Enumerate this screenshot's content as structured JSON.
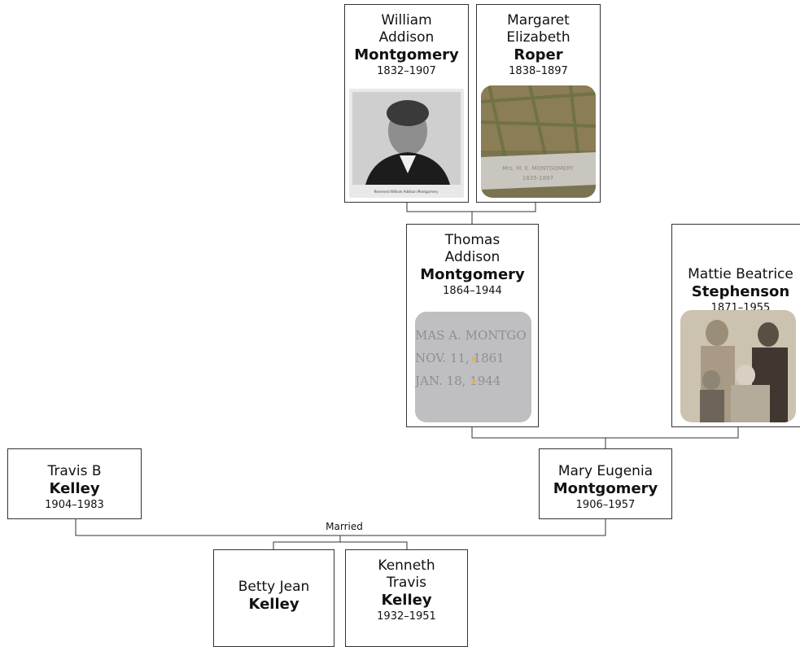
{
  "people": {
    "william": {
      "given_line1": "William",
      "given_line2": "Addison",
      "surname": "Montgomery",
      "dates": "1832–1907",
      "photo_caption": "Reverend William Addison Montgomery"
    },
    "margaret": {
      "given_line1": "Margaret",
      "given_line2": "Elizabeth",
      "surname": "Roper",
      "dates": "1838–1897",
      "photo_inscription_line1": "Mrs. M. E. MONTGOMERY",
      "photo_inscription_line2": "1835-1897"
    },
    "thomas": {
      "given_line1": "Thomas",
      "given_line2": "Addison",
      "surname": "Montgomery",
      "dates": "1864–1944",
      "photo_inscription_line1": "MAS  A. MONTGO",
      "photo_inscription_line2": "NOV.  11, 1861",
      "photo_inscription_line3": "JAN.  18, 1944"
    },
    "mattie": {
      "given_line1": "Mattie Beatrice",
      "surname": "Stephenson",
      "dates": "1871–1955"
    },
    "travis": {
      "given_line1": "Travis B",
      "surname": "Kelley",
      "dates": "1904–1983"
    },
    "mary": {
      "given_line1": "Mary Eugenia",
      "surname": "Montgomery",
      "dates": "1906–1957"
    },
    "betty": {
      "given_line1": "Betty Jean",
      "surname": "Kelley"
    },
    "kenneth": {
      "given_line1": "Kenneth",
      "given_line2": "Travis",
      "surname": "Kelley",
      "dates": "1932–1951"
    }
  },
  "labels": {
    "married": "Married"
  },
  "colors": {
    "border": "#333333",
    "line": "#333333",
    "background": "#ffffff"
  }
}
